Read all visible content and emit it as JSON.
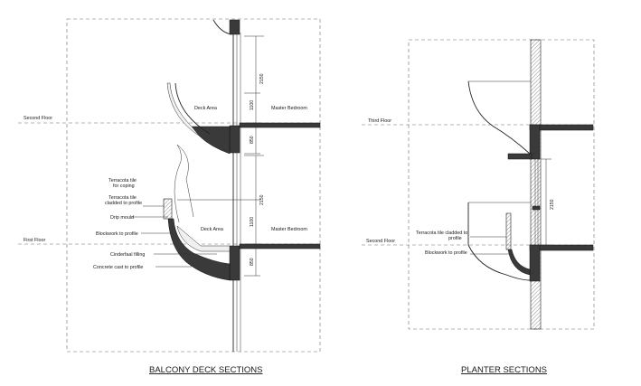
{
  "balcony": {
    "caption": "BALCONY DECK SECTIONS",
    "levels": {
      "second_floor": "Second Floor",
      "first_floor": "First Floor"
    },
    "rooms": {
      "deck_upper": "Deck Area",
      "master_upper": "Master Bedroom",
      "deck_lower": "Deck Area",
      "master_lower": "Master Bedroom"
    },
    "callouts": {
      "coping_line1": "Terracota tile",
      "coping_line2": "for coping",
      "cladded_line1": "Terracota tile",
      "cladded_line2": "cladded to profile",
      "drip": "Drip mould",
      "blockwork": "Blockwork to profile",
      "cinder": "Cinderfaal filling",
      "concrete": "Concrete cast to profile"
    },
    "dimensions": {
      "upper_tall": "2150",
      "upper_rail": "1100",
      "upper_slab": "850",
      "lower_tall": "2150",
      "lower_rail": "1100",
      "lower_slab": "850"
    }
  },
  "planter": {
    "caption": "PLANTER  SECTIONS",
    "levels": {
      "third_floor": "Third Floor",
      "second_floor": "Second Floor"
    },
    "callouts": {
      "tile_line1": "Terracota tile cladded to",
      "tile_line2": "profile",
      "blockwork": "Blockwork to profile"
    },
    "dimensions": {
      "tall": "2150"
    }
  }
}
